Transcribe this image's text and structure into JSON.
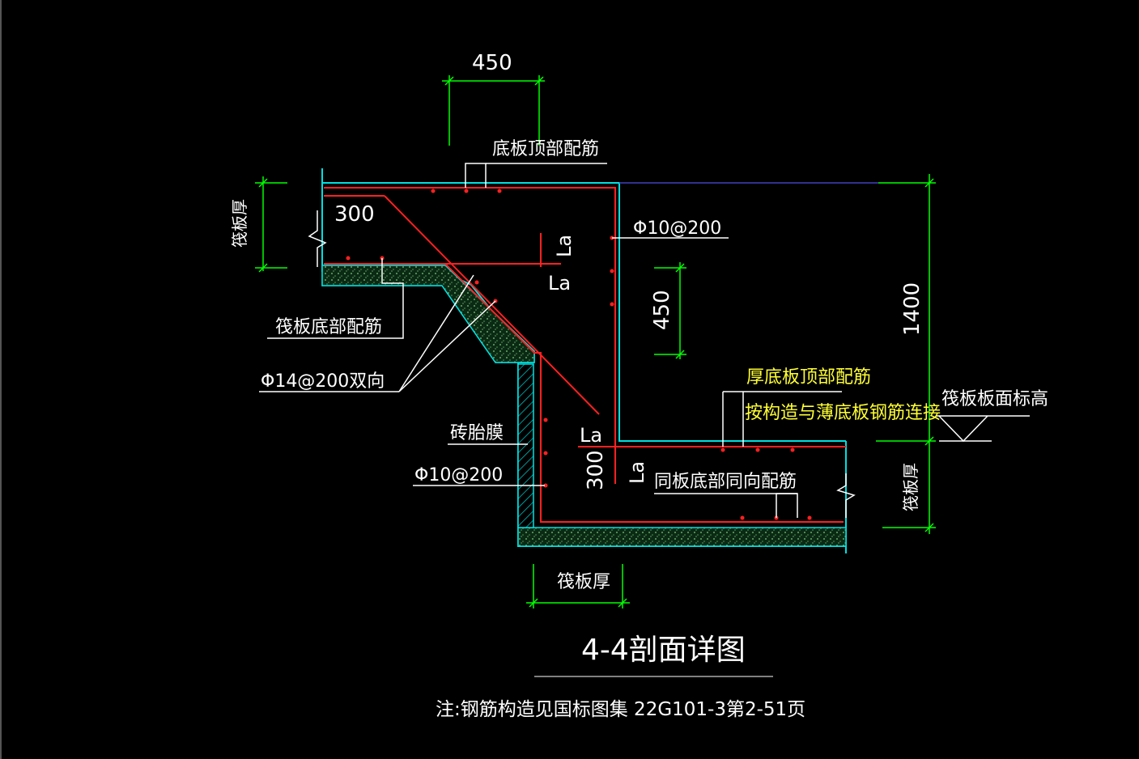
{
  "colors": {
    "background": "#000000",
    "dimension": "#00ff00",
    "outline": "#00e0e0",
    "rebar": "#ff2020",
    "text": "#ffffff",
    "note_highlight": "#ffff33"
  },
  "title": "4-4剖面详图",
  "note": "注:钢筋构造见国标图集 22G101-3第2-51页",
  "dimensions": {
    "top_width": "450",
    "left_thick": "300",
    "mid_vertical": "450",
    "right_height": "1400",
    "bottom_step": "300"
  },
  "labels": {
    "raft_top_rebar": "底板顶部配筋",
    "raft_thick_left": "筏板厚",
    "phi10_upper": "Φ10@200",
    "la_upper_vertical": "La",
    "la_upper": "La",
    "raft_bottom_rebar": "筏板底部配筋",
    "phi14": "Φ14@200双向",
    "thick_top_rebar": "厚底板顶部配筋",
    "construction_link": "按构造与薄底板钢筋连接",
    "raft_surface_elev": "筏板板面标高",
    "brick_mold": "砖胎膜",
    "la_lower": "La",
    "phi10_lower": "Φ10@200",
    "la_lower_vertical": "La",
    "same_bottom_rebar": "同板底部同向配筋",
    "raft_thick_right": "筏板厚",
    "raft_thick_bottom": "筏板厚"
  }
}
